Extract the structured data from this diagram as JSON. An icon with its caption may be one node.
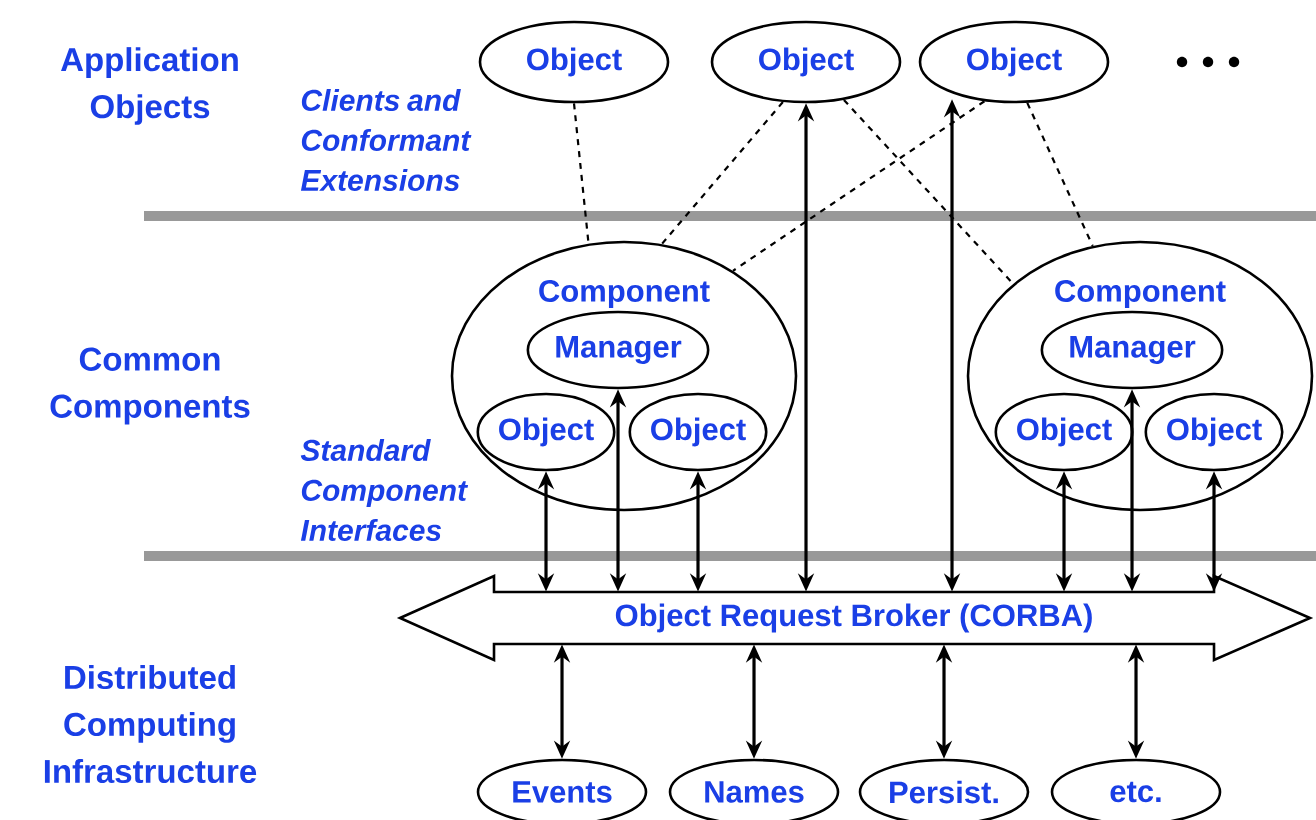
{
  "diagram": {
    "nodes": [
      {
        "text": [
          "Object"
        ]
      },
      {
        "text": [
          "Object"
        ]
      },
      {
        "text": [
          "Object"
        ]
      },
      {
        "text": [
          "Component"
        ]
      },
      {
        "text": [
          "Manager"
        ],
        "in": 3
      },
      {
        "text": [
          "Object"
        ],
        "in": 3
      },
      {
        "text": [
          "Object"
        ],
        "in": 3
      },
      {
        "text": [
          "Component"
        ]
      },
      {
        "text": [
          "Manager"
        ],
        "in": 7
      },
      {
        "text": [
          "Object"
        ],
        "in": 7
      },
      {
        "text": [
          "Object"
        ],
        "in": 7
      },
      {
        "text": [
          "Object Request Broker (CORBA)"
        ]
      },
      {
        "text": [
          "Events"
        ]
      },
      {
        "text": [
          "Names"
        ]
      },
      {
        "text": [
          "Persist."
        ]
      },
      {
        "text": [
          "etc."
        ]
      }
    ],
    "edges": [
      {
        "from": 0,
        "to": 3,
        "arrow": "none",
        "style": "dashed"
      },
      {
        "from": 1,
        "to": 3,
        "arrow": "none",
        "style": "dashed"
      },
      {
        "from": 1,
        "to": 7,
        "arrow": "none",
        "style": "dashed"
      },
      {
        "from": 2,
        "to": 3,
        "arrow": "none",
        "style": "dashed"
      },
      {
        "from": 2,
        "to": 7,
        "arrow": "none",
        "style": "dashed"
      },
      {
        "from": 11,
        "to": 1,
        "arrow": "both"
      },
      {
        "from": 11,
        "to": 2,
        "arrow": "both"
      },
      {
        "from": 11,
        "to": 5,
        "arrow": "both"
      },
      {
        "from": 11,
        "to": 4,
        "arrow": "both"
      },
      {
        "from": 11,
        "to": 6,
        "arrow": "both"
      },
      {
        "from": 11,
        "to": 9,
        "arrow": "both"
      },
      {
        "from": 11,
        "to": 8,
        "arrow": "both"
      },
      {
        "from": 11,
        "to": 10,
        "arrow": "both"
      },
      {
        "from": 11,
        "to": 12,
        "arrow": "both"
      },
      {
        "from": 11,
        "to": 13,
        "arrow": "both"
      },
      {
        "from": 11,
        "to": 14,
        "arrow": "both"
      },
      {
        "from": 11,
        "to": 15,
        "arrow": "both"
      }
    ],
    "labels": [
      "Application Objects",
      "Clients and Conformant Extensions",
      "Common Components",
      "Standard Component Interfaces",
      "Distributed Computing Infrastructure"
    ]
  }
}
